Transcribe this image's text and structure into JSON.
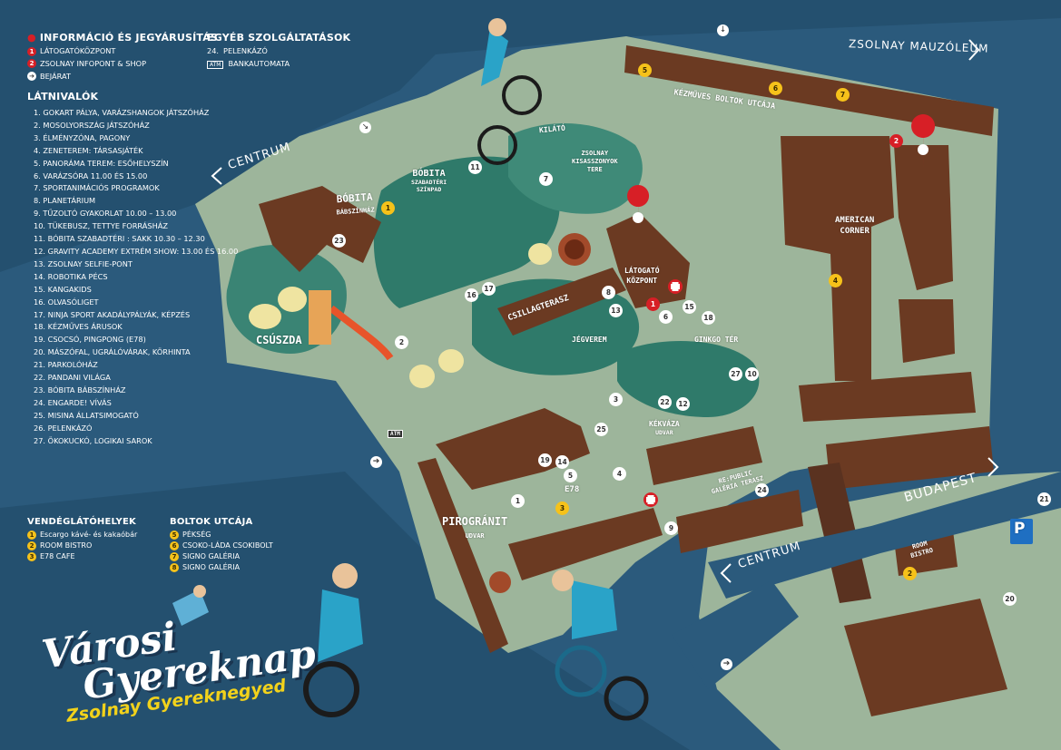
{
  "legend": {
    "info": {
      "title": "INFORMÁCIÓ ÉS JEGYÁRUSÍTÁS",
      "items": [
        {
          "num": "1",
          "label": "LÁTOGATÓKÖZPONT"
        },
        {
          "num": "2",
          "label": "ZSOLNAY INFOPONT & SHOP"
        },
        {
          "num": "➔",
          "label": "BEJÁRAT"
        }
      ]
    },
    "services": {
      "title": "EGYÉB SZOLGÁLTATÁSOK",
      "items": [
        {
          "num": "24.",
          "label": "PELENKÁZÓ"
        },
        {
          "num": "ATM",
          "label": "BANKAUTOMATA"
        }
      ]
    },
    "sights": {
      "title": "LÁTNIVALÓK",
      "items": [
        "1. GOKART PÁLYA, VARÁZSHANGOK JÁTSZÓHÁZ",
        "2. MOSOLYORSZÁG JÁTSZÓHÁZ",
        "3. ÉLMÉNYZÓNA, PAGONY",
        "4. ZENETEREM: TÁRSASJÁTÉK",
        "5. PANORÁMA TEREM: ESŐHELYSZÍN",
        "6. VARÁZSÓRA 11.00 ÉS 15.00",
        "7. SPORTANIMÁCIÓS PROGRAMOK",
        "8. PLANETÁRIUM",
        "9. TŰZOLTÓ GYAKORLAT 10.00 – 13.00",
        "10. TÜKEBUSZ, TETTYE FORRÁSHÁZ",
        "11. BÓBITA SZABADTÉRI : SAKK 10.30 – 12.30",
        "12. GRAVITY ACADEMY EXTRÉM SHOW: 13.00 ÉS 16.00",
        "13. ZSOLNAY SELFIE-PONT",
        "14. ROBOTIKA PÉCS",
        "15. KANGAKIDS",
        "16. OLVASÓLIGET",
        "17. NINJA SPORT AKADÁLYPÁLYÁK, KÉPZÉS",
        "18. KÉZMŰVES ÁRUSOK",
        "19. CSOCSÓ, PINGPONG (E78)",
        "20. MÁSZÓFAL, UGRÁLÓVÁRAK, KÖRHINTA",
        "21. PARKOLÓHÁZ",
        "22. PANDANI VILÁGA",
        "23. BÓBITA BÁBSZÍNHÁZ",
        "24. ENGARDE! VÍVÁS",
        "25. MISINA ÁLLATSIMOGATÓ",
        "26. PELENKÁZÓ",
        "27. ÖKOKUCKÓ, LOGIKAI SAROK"
      ]
    },
    "food": {
      "title": "VENDÉGLÁTÓHELYEK",
      "items": [
        {
          "num": "1",
          "label": "Escargo kávé- és kakaóbár"
        },
        {
          "num": "2",
          "label": "ROOM BISTRO"
        },
        {
          "num": "3",
          "label": "E78 CAFE"
        }
      ]
    },
    "shops": {
      "title": "BOLTOK UTCÁJA",
      "items": [
        {
          "num": "5",
          "label": "PÉKSÉG"
        },
        {
          "num": "6",
          "label": "CSOKO-LÁDA CSOKIBOLT"
        },
        {
          "num": "7",
          "label": "SIGNO GALÉRIA"
        },
        {
          "num": "8",
          "label": "SIGNO GALÉRIA"
        }
      ]
    }
  },
  "directions": {
    "centrum_top": "CENTRUM",
    "centrum_bottom": "CENTRUM",
    "mauzoleum": "ZSOLNAY MAUZÓLEUM",
    "budapest": "BUDAPEST"
  },
  "labels": {
    "bobita_bab": "BÓBITA",
    "bobita_bab_sub": "BÁBSZÍNHÁZ",
    "bobita_szab": "BÓBITA",
    "bobita_szab_sub": "SZABADTÉRI\nSZÍNPAD",
    "kilato": "KILÁTÓ",
    "kisasszonyok": "ZSOLNAY\nKISASSZONYOK\nTERE",
    "kezmuves": "KÉZMŰVES BOLTOK UTCÁJA",
    "american": "AMERICAN\nCORNER",
    "latogato": "LÁTOGATÓ\nKÖZPONT",
    "csillag": "CSILLAGTERASZ",
    "csuszda": "CSÚSZDA",
    "jegverem": "JÉGVEREM",
    "ginkgo": "GINKGO TÉR",
    "kekvaza": "KÉKVÁZA",
    "kekvaza_sub": "UDVAR",
    "e78": "E78",
    "republic": "RE:PUBLIC\nGALÉRIA TERASZ",
    "pirogranit": "PIROGRÁNIT",
    "pirogranit_sub": "UDVAR",
    "room": "ROOM\nBISTRO",
    "atm": "ATM",
    "parking": "P"
  },
  "title": {
    "line1": "Városi",
    "line2": "Gyereknap",
    "sub": "Zsolnay Gyereknegyed"
  },
  "colors": {
    "water": "#2b5a7c",
    "ground": "#9db59b",
    "building": "#6b3a22",
    "park": "#2f7a6a",
    "info_red": "#d71f26",
    "food_yellow": "#f6c21a"
  }
}
